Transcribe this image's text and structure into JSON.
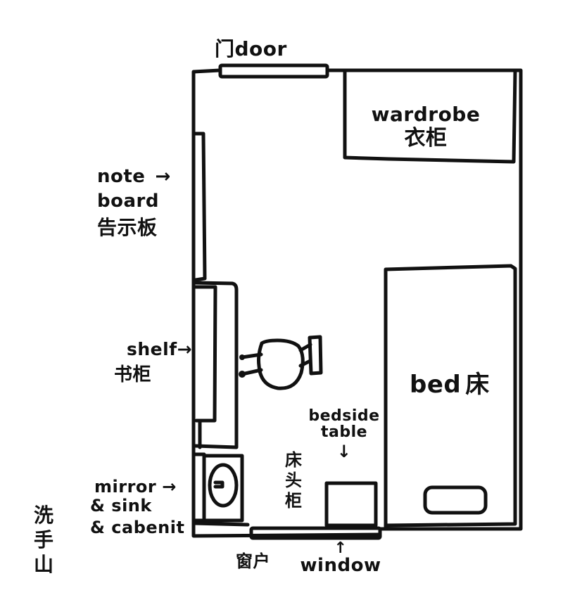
{
  "diagram": {
    "type": "floor-plan",
    "style": "hand-drawn ink sketch",
    "stroke_color": "#111111",
    "background_color": "#ffffff"
  },
  "labels": {
    "door": {
      "zh": "门",
      "en": "door"
    },
    "wardrobe": {
      "en": "wardrobe",
      "zh": "衣柜"
    },
    "note_board": {
      "en_line1": "note",
      "en_line2": "board",
      "zh": "告示板",
      "arrow": "→"
    },
    "shelf": {
      "en": "shelf",
      "zh": "书柜",
      "arrow": "→"
    },
    "bed": {
      "en": "bed",
      "zh": "床"
    },
    "bedside_table": {
      "en_line1": "bedside",
      "en_line2": "table",
      "arrow": "↓",
      "zh": "床头柜"
    },
    "mirror_sink": {
      "line1": "mirror",
      "line2": "& sink",
      "line3": "& cabenit",
      "arrow": "→"
    },
    "washroom": {
      "zh": "洗手山"
    },
    "window": {
      "en": "window",
      "zh": "窗户",
      "arrow": "↑"
    }
  }
}
